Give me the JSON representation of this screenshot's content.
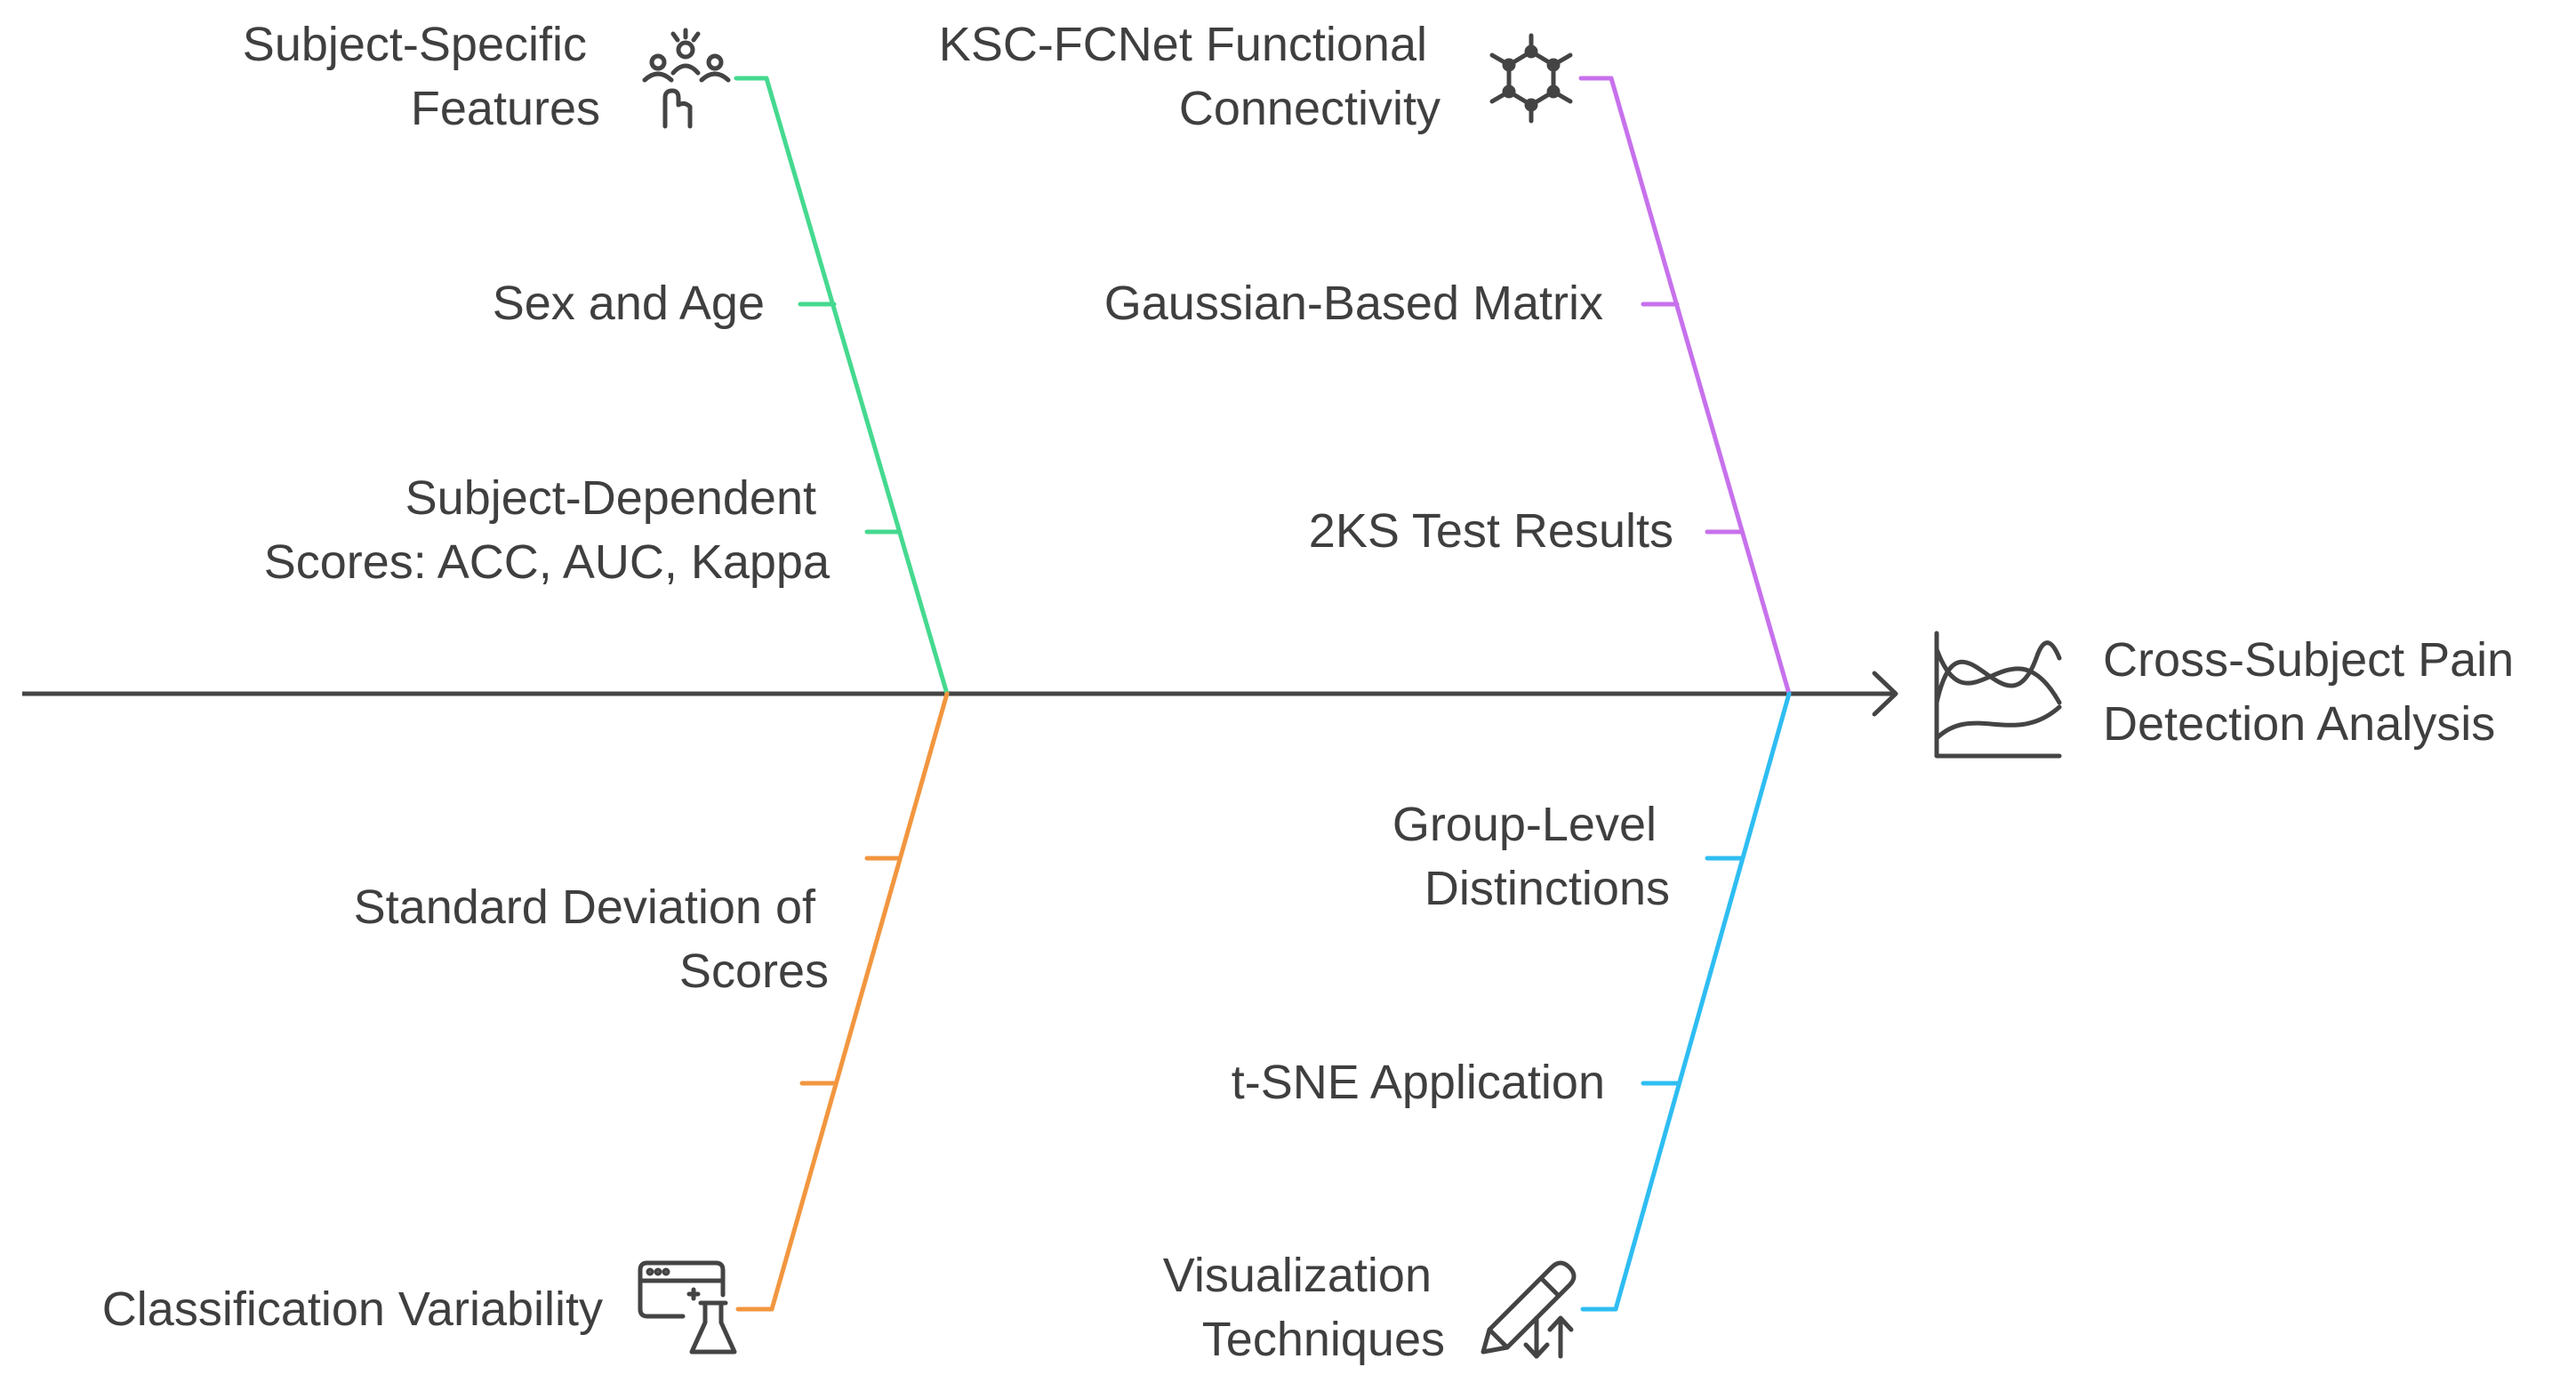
{
  "head": {
    "line1": "Cross-Subject Pain",
    "line2": "Detection Analysis",
    "icon": "chart-waves-icon"
  },
  "colors": {
    "spine": "#444444",
    "green": "#45d98f",
    "purple": "#c771ec",
    "orange": "#f2963f",
    "blue": "#2ebdf2"
  },
  "branches": {
    "green": {
      "title_line1": "Subject-Specific",
      "title_line2": "Features",
      "icon": "users-pointer-icon",
      "item1": "Sex and Age",
      "item2_line1": "Subject-Dependent",
      "item2_line2": "Scores: ACC, AUC, Kappa"
    },
    "purple": {
      "title_line1": "KSC-FCNet Functional",
      "title_line2": "Connectivity",
      "icon": "network-icon",
      "item1": "Gaussian-Based Matrix",
      "item2": "2KS Test Results"
    },
    "orange": {
      "title": "Classification Variability",
      "icon": "lab-window-icon",
      "item1_line1": "Standard Deviation of",
      "item1_line2": "Scores"
    },
    "blue": {
      "title_line1": "Visualization",
      "title_line2": "Techniques",
      "icon": "pencil-arrows-icon",
      "item1_line1": "Group-Level",
      "item1_line2": "Distinctions",
      "item2": "t-SNE Application"
    }
  }
}
